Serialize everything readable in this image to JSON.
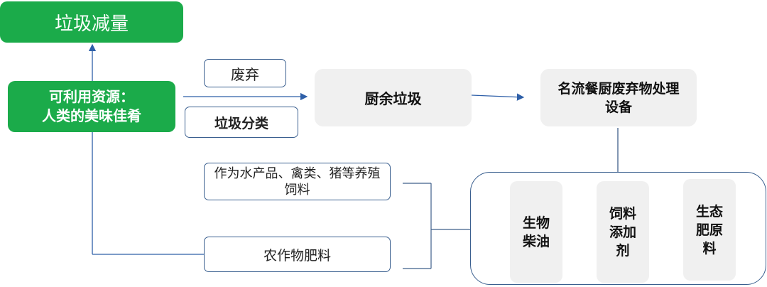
{
  "nodes": {
    "reduce": "垃圾减量",
    "resource_line1": "可利用资源：",
    "resource_line2": "人类的美味佳肴",
    "discard": "废弃",
    "sorting": "垃圾分类",
    "kitchen_waste": "厨余垃圾",
    "equipment": "名流餐厨废弃物处理设备",
    "feed": "作为水产品、禽类、猪等养殖饲料",
    "fertilizer": "农作物肥料"
  },
  "products": [
    "生物柴油",
    "饲料添加剂",
    "生态肥原料"
  ],
  "colors": {
    "green": "#1bab4a",
    "arrow": "#2e5fa8",
    "line": "#3f5f8a"
  }
}
